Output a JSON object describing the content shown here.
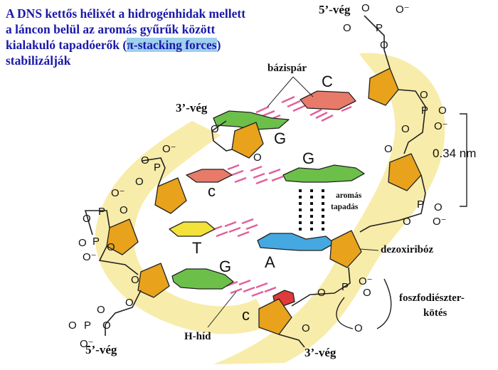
{
  "caption": {
    "line1": "A DNS kettős hélixét a hidrogénhidak mellett",
    "line2": "a láncon belül az aromás gyűrűk között",
    "line3_pre": "kialakuló tapadóerők (",
    "line3_highlight": "π-stacking forces",
    "line3_post": ")",
    "line4": "stabilizálják"
  },
  "labels": {
    "five_end_top": "5’-vég",
    "three_end_left": "3’-vég",
    "base_pair": "bázispár",
    "distance": "0.34 nm",
    "stacking_1": "aromás",
    "stacking_2": "tapadás",
    "deoxyribose": "dezoxiribóz",
    "phosphodiester_1": "foszfodiészter-",
    "phosphodiester_2": "kötés",
    "h_bond": "H-híd",
    "five_end_bottom": "5’-vég",
    "three_end_bottom": "3’-vég"
  },
  "bases": {
    "c_top": "C",
    "g_top": "G",
    "g_mid": "G",
    "c_mid": "c",
    "t": "T",
    "a": "A",
    "g_bottom": "G",
    "c_bottom": "c"
  },
  "colors": {
    "caption": "#1a1aa8",
    "highlight": "#9fd0ee",
    "backbone_band": "#f8ecaa",
    "sugar": "#e8a21c",
    "cytosine": "#e87a6a",
    "guanine": "#6cc04a",
    "thymine": "#f2e23a",
    "adenine": "#45a8e0",
    "hbond": "#e0609a"
  }
}
